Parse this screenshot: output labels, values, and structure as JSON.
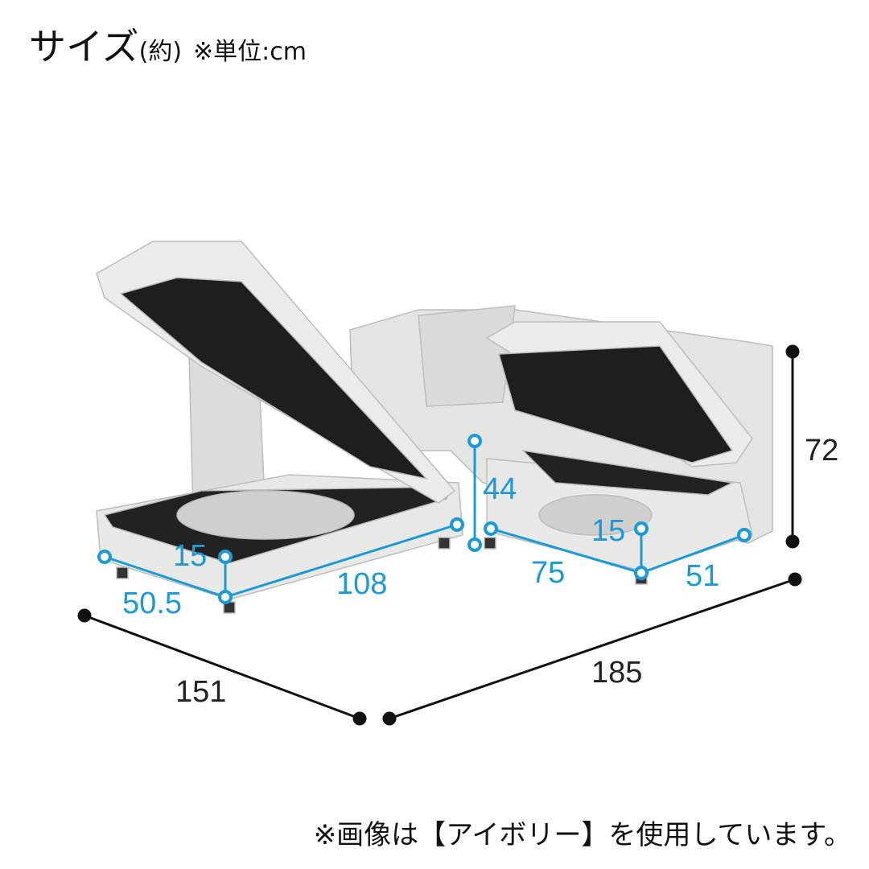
{
  "header": {
    "title": "サイズ",
    "approx": "(約)",
    "unit_note": "※単位:cm"
  },
  "footer": {
    "note": "※画像は【アイボリー】を使用しています。"
  },
  "colors": {
    "dimension_blue": "#1a9ad6",
    "dimension_black": "#111111",
    "sofa": "#e6e6e4"
  },
  "dimensions": {
    "overall_depth": "151",
    "overall_width": "185",
    "overall_height": "72",
    "seat_height": "44",
    "left_seat_depth": "50.5",
    "left_storage_depth": "15",
    "left_length": "108",
    "right_length": "75",
    "right_storage_depth": "15",
    "right_width": "51"
  }
}
